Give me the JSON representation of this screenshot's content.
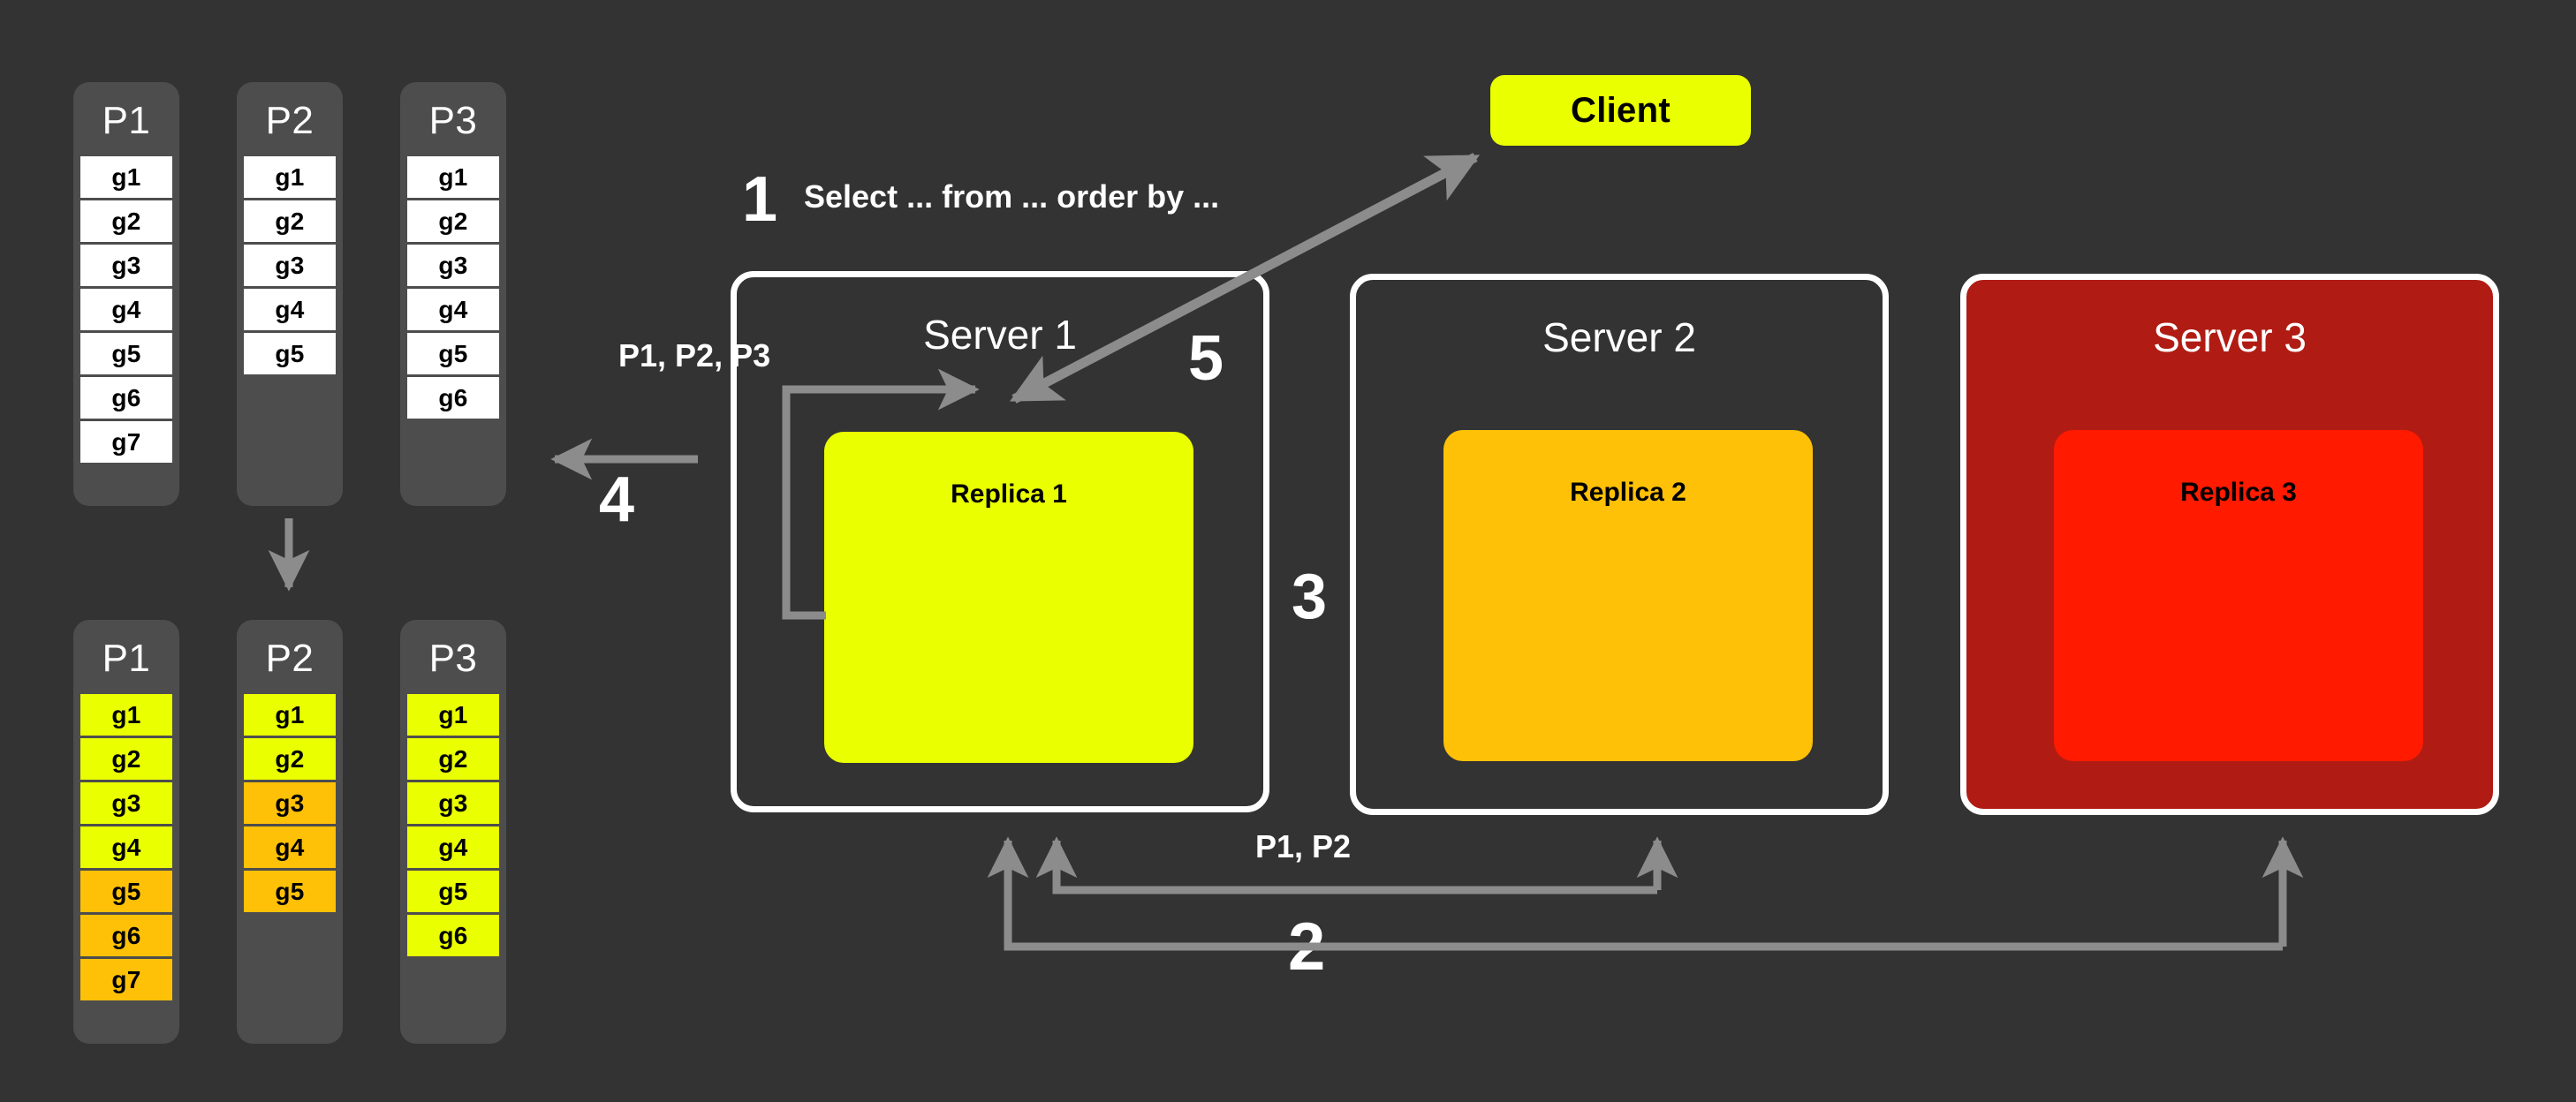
{
  "colors": {
    "background": "#333333",
    "partition_bg": "#4d4d4d",
    "cell_white": "#ffffff",
    "cell_yellow": "#eaff00",
    "cell_orange": "#ffc107",
    "replica1": "#eaff00",
    "replica2": "#ffc107",
    "replica3": "#ff1a00",
    "server_failed_bg": "#b01c14",
    "server_border": "#ffffff",
    "arrow": "#8c8c8c",
    "text_light": "#ffffff",
    "text_dark": "#000000"
  },
  "partitions_before": [
    {
      "title": "P1",
      "cells": [
        {
          "label": "g1",
          "color": "white"
        },
        {
          "label": "g2",
          "color": "white"
        },
        {
          "label": "g3",
          "color": "white"
        },
        {
          "label": "g4",
          "color": "white"
        },
        {
          "label": "g5",
          "color": "white"
        },
        {
          "label": "g6",
          "color": "white"
        },
        {
          "label": "g7",
          "color": "white"
        }
      ]
    },
    {
      "title": "P2",
      "cells": [
        {
          "label": "g1",
          "color": "white"
        },
        {
          "label": "g2",
          "color": "white"
        },
        {
          "label": "g3",
          "color": "white"
        },
        {
          "label": "g4",
          "color": "white"
        },
        {
          "label": "g5",
          "color": "white"
        }
      ]
    },
    {
      "title": "P3",
      "cells": [
        {
          "label": "g1",
          "color": "white"
        },
        {
          "label": "g2",
          "color": "white"
        },
        {
          "label": "g3",
          "color": "white"
        },
        {
          "label": "g4",
          "color": "white"
        },
        {
          "label": "g5",
          "color": "white"
        },
        {
          "label": "g6",
          "color": "white"
        }
      ]
    }
  ],
  "partitions_after": [
    {
      "title": "P1",
      "cells": [
        {
          "label": "g1",
          "color": "yellow"
        },
        {
          "label": "g2",
          "color": "yellow"
        },
        {
          "label": "g3",
          "color": "yellow"
        },
        {
          "label": "g4",
          "color": "yellow"
        },
        {
          "label": "g5",
          "color": "orange"
        },
        {
          "label": "g6",
          "color": "orange"
        },
        {
          "label": "g7",
          "color": "orange"
        }
      ]
    },
    {
      "title": "P2",
      "cells": [
        {
          "label": "g1",
          "color": "yellow"
        },
        {
          "label": "g2",
          "color": "yellow"
        },
        {
          "label": "g3",
          "color": "orange"
        },
        {
          "label": "g4",
          "color": "orange"
        },
        {
          "label": "g5",
          "color": "orange"
        }
      ]
    },
    {
      "title": "P3",
      "cells": [
        {
          "label": "g1",
          "color": "yellow"
        },
        {
          "label": "g2",
          "color": "yellow"
        },
        {
          "label": "g3",
          "color": "yellow"
        },
        {
          "label": "g4",
          "color": "yellow"
        },
        {
          "label": "g5",
          "color": "yellow"
        },
        {
          "label": "g6",
          "color": "yellow"
        }
      ]
    }
  ],
  "client": {
    "label": "Client"
  },
  "servers": [
    {
      "title": "Server 1",
      "replica": "Replica 1",
      "state": "healthy"
    },
    {
      "title": "Server 2",
      "replica": "Replica 2",
      "state": "healthy"
    },
    {
      "title": "Server 3",
      "replica": "Replica 3",
      "state": "failed"
    }
  ],
  "steps": {
    "one": "1",
    "two": "2",
    "three": "3",
    "four": "4",
    "five": "5"
  },
  "labels": {
    "query": "Select ... from ... order by ...",
    "all_partitions": "P1, P2, P3",
    "two_partitions": "P1, P2"
  }
}
